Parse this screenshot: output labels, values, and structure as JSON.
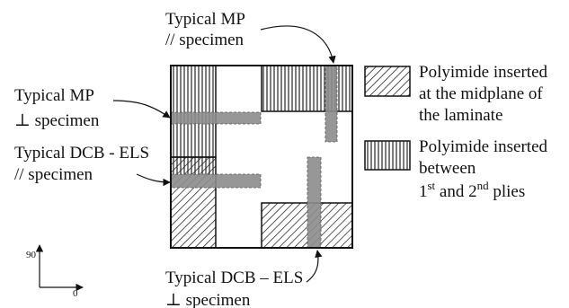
{
  "labels": {
    "top_mp_line1": "Typical MP",
    "top_mp_line2": "// specimen",
    "left_mp_line1": "Typical MP",
    "left_mp_line2": "⊥  specimen",
    "left_dcb_line1": "Typical DCB - ELS",
    "left_dcb_line2": "// specimen",
    "bottom_dcb_line1": "Typical DCB – ELS",
    "bottom_dcb_line2": "⊥  specimen"
  },
  "legend": [
    {
      "pattern": "diagonal-hatch",
      "lines": [
        "Polyimide inserted",
        "at the midplane of",
        "the laminate"
      ]
    },
    {
      "pattern": "vertical-hatch",
      "line1": "Polyimide inserted",
      "line2": "between",
      "line3_a": "1",
      "line3_a_sup": "st",
      "line3_b": " and 2",
      "line3_b_sup": "nd",
      "line3_c": " plies"
    }
  ],
  "axes": {
    "y_label": "90",
    "x_label": "0"
  },
  "colors": {
    "stroke": "#111111",
    "specimen_fill": "#8c8c8c",
    "background": "#ffffff"
  }
}
